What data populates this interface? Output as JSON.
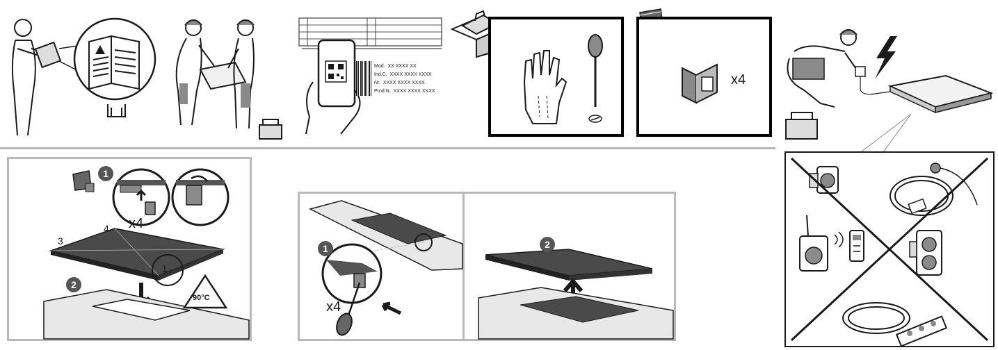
{
  "top_row": {
    "x4_parts": "x4",
    "label_rows": [
      {
        "key": "Mod.",
        "value": "XX XXXX XX"
      },
      {
        "key": "Ind.C.",
        "value": "XXXX XXXX XXXX"
      },
      {
        "key": "Nr.",
        "value": "XXXX XXXX XXXX"
      },
      {
        "key": "Prod.N.",
        "value": "XXXX XXXX XXXX"
      }
    ]
  },
  "bottom_row": {
    "step1": "1",
    "step2": "2",
    "x4_clips": "x4",
    "corner_3": "3",
    "corner_4": "4",
    "corner_1": "1",
    "temp_warning": "90°C",
    "removal_step1": "1",
    "removal_step2": "2",
    "x4_screwdriver": "x4"
  },
  "colors": {
    "line": "#1a1a1a",
    "panel_border_grey": "#b9b9b9",
    "hob_glass": "#4a4a4a",
    "badge": "#555555",
    "gray_fill": "#8a8a8a"
  }
}
